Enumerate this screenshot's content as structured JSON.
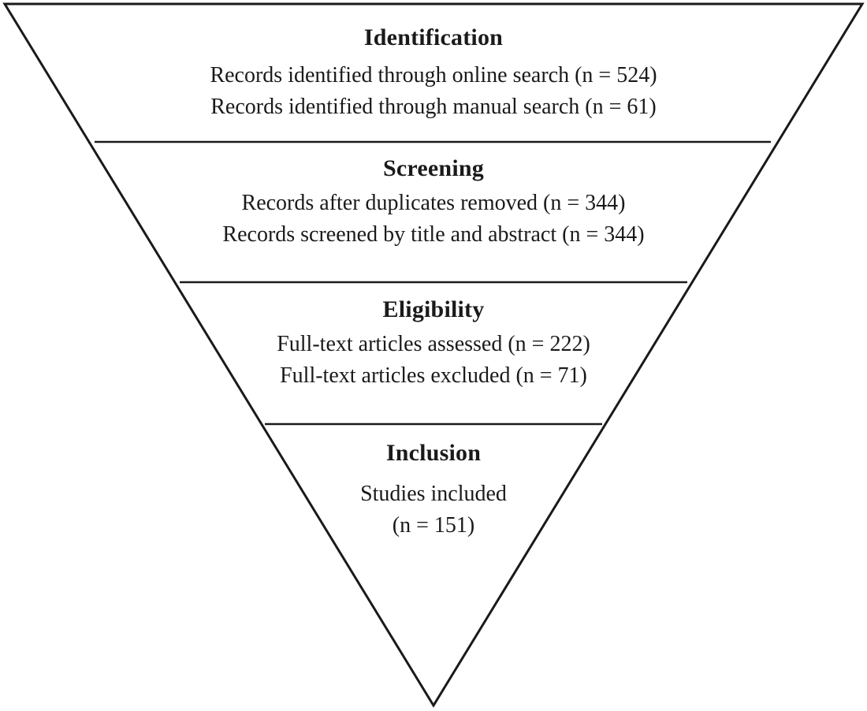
{
  "diagram": {
    "type": "inverted-funnel-flow",
    "background_color": "#ffffff",
    "stroke_color": "#1a1a1a",
    "text_color": "#1a1a1a"
  },
  "sections": [
    {
      "title": "Identification",
      "lines": [
        "Records identified through online search (n = 524)",
        "Records identified through manual search (n = 61)"
      ]
    },
    {
      "title": "Screening",
      "lines": [
        "Records after duplicates removed (n = 344)",
        "Records screened by title and abstract (n = 344)"
      ]
    },
    {
      "title": "Eligibility",
      "lines": [
        "Full-text articles assessed (n = 222)",
        "Full-text articles excluded (n = 71)"
      ]
    },
    {
      "title": "Inclusion",
      "lines": [
        "Studies included",
        "(n = 151)"
      ]
    }
  ],
  "stage_values": {
    "records_online_search": 524,
    "records_manual_search": 61,
    "records_after_duplicates_removed": 344,
    "records_screened_title_abstract": 344,
    "full_text_assessed": 222,
    "full_text_excluded": 71,
    "studies_included": 151
  }
}
